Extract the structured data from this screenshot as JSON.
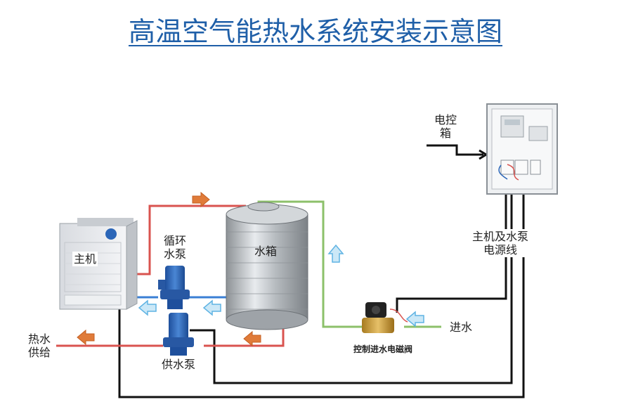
{
  "title": "高温空气能热水系统安装示意图",
  "labels": {
    "main_unit": "主机",
    "circulation_pump": "循环\n水泵",
    "water_tank": "水箱",
    "supply_pump": "供水泵",
    "hot_water_supply": "热水\n供给",
    "control_box": "电控\n箱",
    "power_lines": "主机及水泵\n电源线",
    "solenoid_valve": "控制进水电磁阀",
    "water_inlet": "进水"
  },
  "colors": {
    "title": "#1f5fa8",
    "hot_pipe": "#d9534f",
    "return_pipe": "#3a7fd5",
    "inlet_pipe": "#8cc06a",
    "wire": "#111111",
    "orange_arrow": "#e07b39",
    "blue_arrow": "#9fd3f0"
  }
}
